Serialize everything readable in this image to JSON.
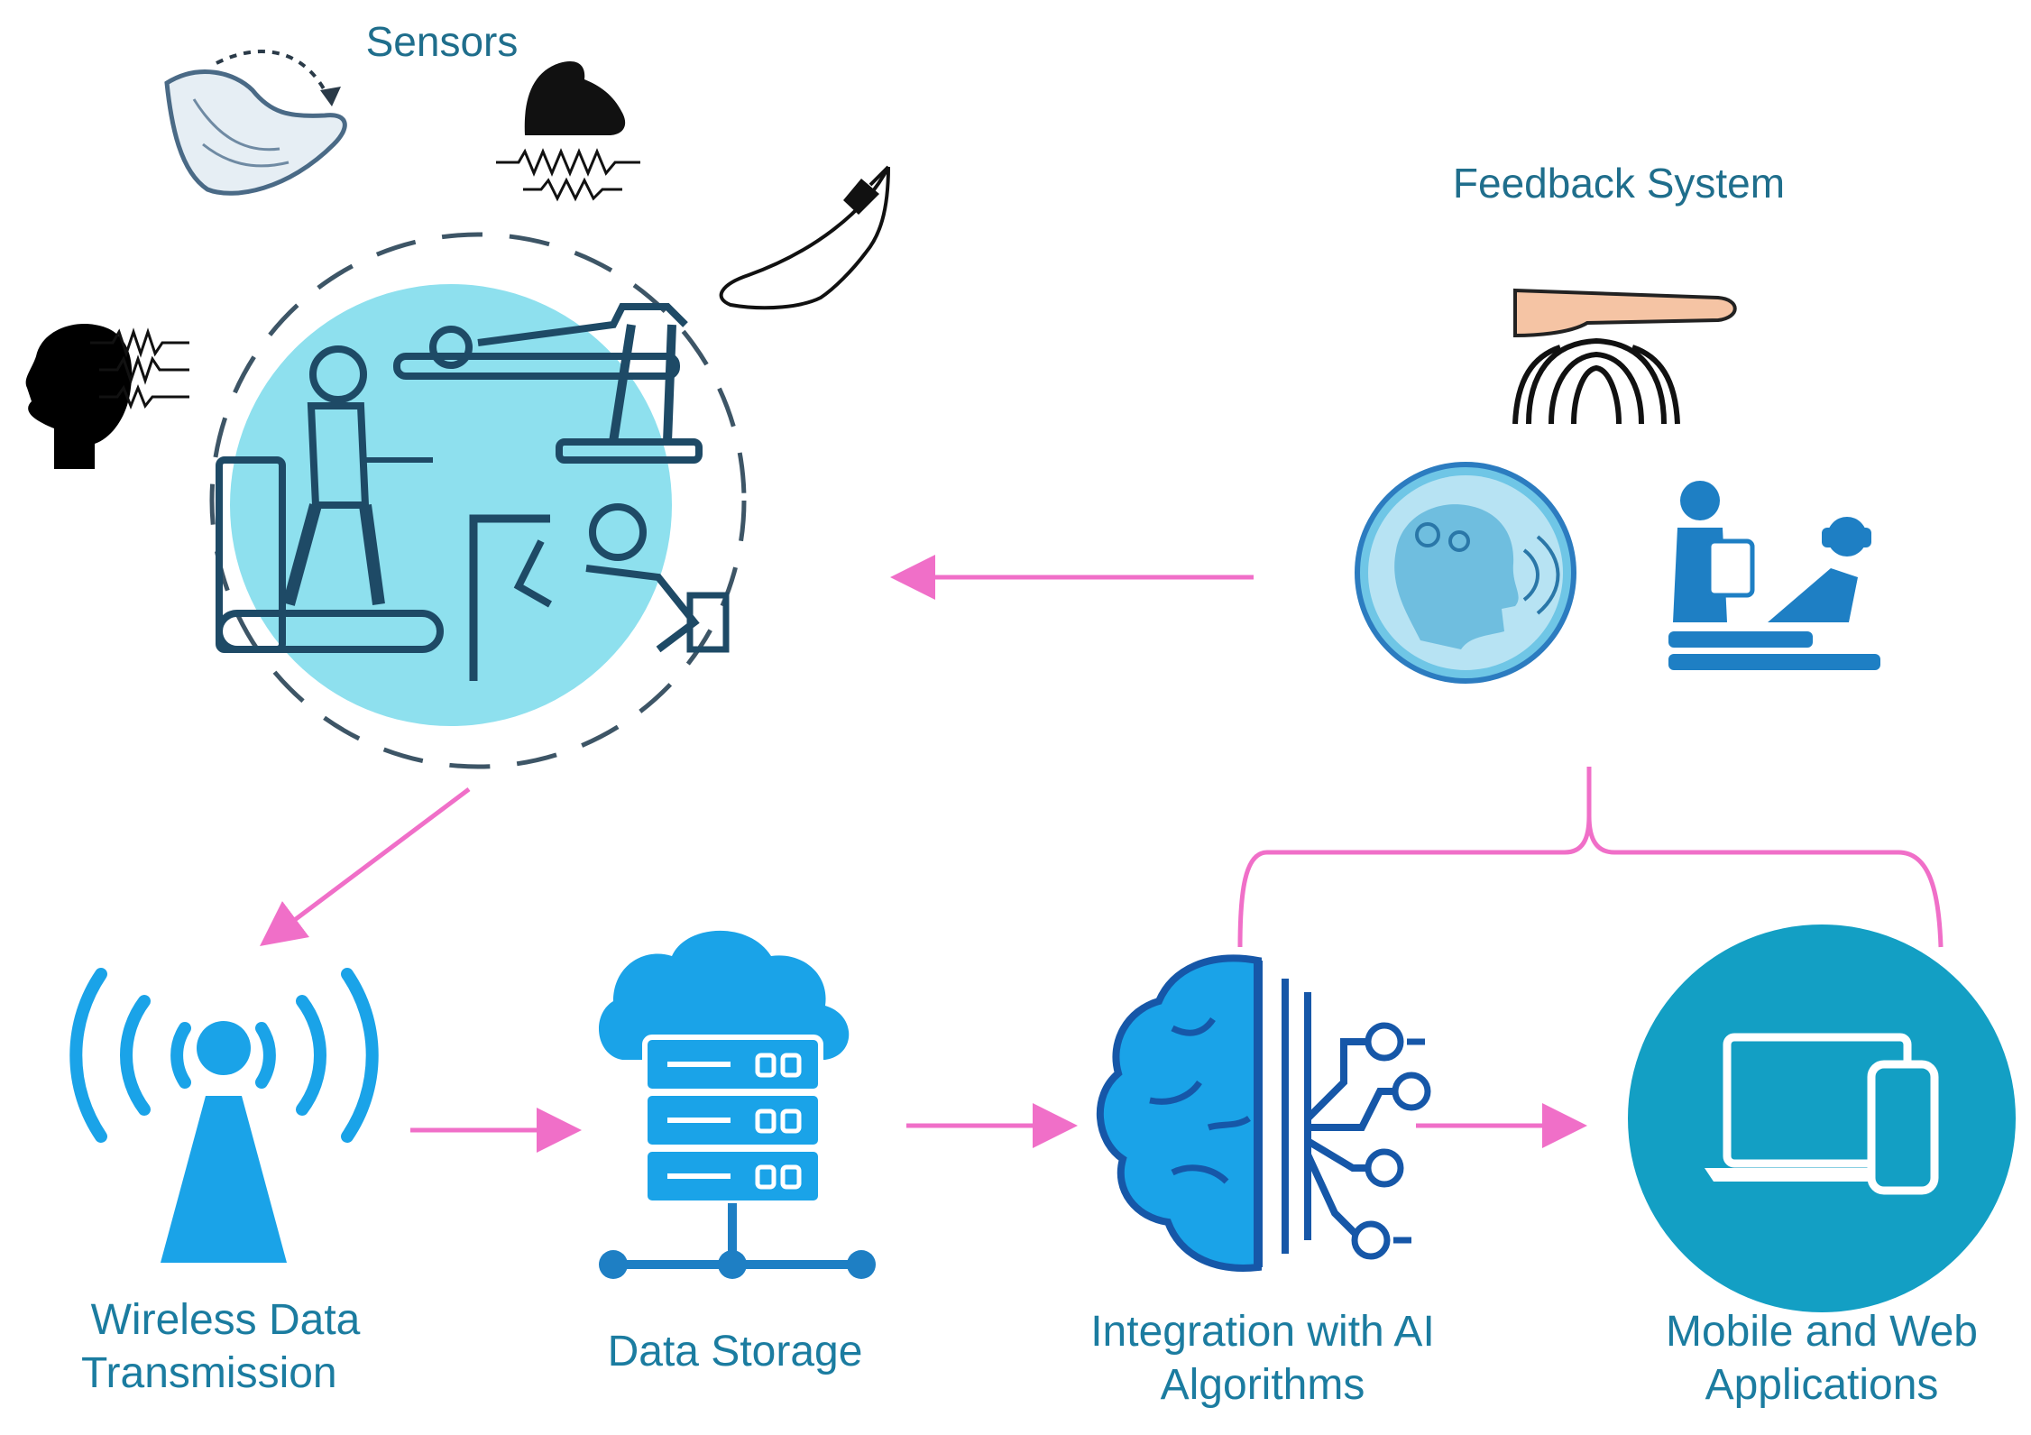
{
  "labels": {
    "sensors": "Sensors",
    "feedback_system": "Feedback System",
    "wireless_line1": "Wireless Data",
    "wireless_line2": "Transmission",
    "data_storage": "Data Storage",
    "ai_line1": "Integration with AI",
    "ai_line2": "Algorithms",
    "apps_line1": "Mobile and Web",
    "apps_line2": "Applications"
  },
  "colors": {
    "arrow": "#f06fc8",
    "label_text": "#1f6e8c",
    "icon_blue": "#1aa3e8",
    "icon_teal": "#139fc4",
    "circle_bg": "#8ee0ee",
    "dashed_circle": "#3d5566",
    "robot_stroke": "#1e4a66",
    "hand_skin": "#f5c4a4"
  },
  "icons": {
    "sensors": [
      "foot-motion-icon",
      "muscle-emg-icon",
      "head-eeg-icon",
      "leg-sensor-icon"
    ],
    "center": "robotic-rehabilitation-icon",
    "feedback": [
      "haptic-hand-icon",
      "brain-cognitive-feedback-icon",
      "therapist-vr-patient-icon"
    ],
    "pipeline": [
      "wireless-antenna-icon",
      "cloud-server-icon",
      "ai-brain-circuit-icon",
      "devices-icon"
    ]
  }
}
